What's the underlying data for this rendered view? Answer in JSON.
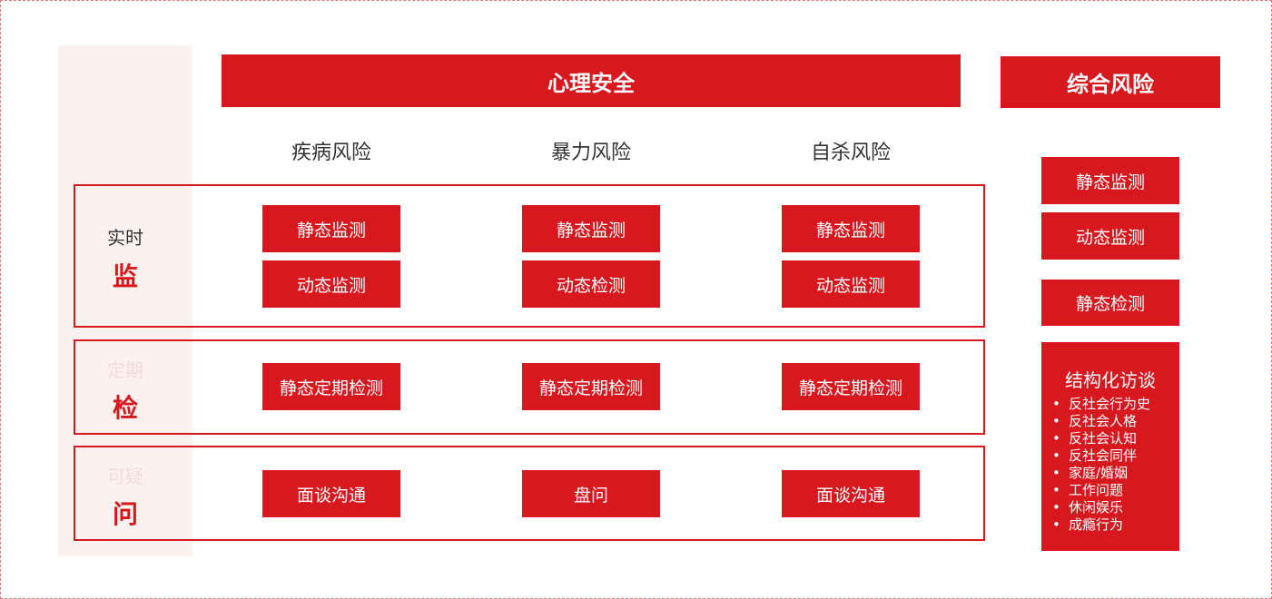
{
  "headers": {
    "psych_safety": "心理安全",
    "comprehensive_risk": "综合风险"
  },
  "columns": [
    "疾病风险",
    "暴力风险",
    "自杀风险"
  ],
  "rows": [
    {
      "sub": "实时",
      "main": "监",
      "cells": [
        [
          "静态监测",
          "动态监测"
        ],
        [
          "静态监测",
          "动态检测"
        ],
        [
          "静态监测",
          "动态监测"
        ]
      ]
    },
    {
      "sub": "定期",
      "main": "检",
      "cells": [
        [
          "静态定期检测"
        ],
        [
          "静态定期检测"
        ],
        [
          "静态定期检测"
        ]
      ]
    },
    {
      "sub": "可疑",
      "main": "问",
      "cells": [
        [
          "面谈沟通"
        ],
        [
          "盘问"
        ],
        [
          "面谈沟通"
        ]
      ]
    }
  ],
  "right": {
    "items": [
      "静态监测",
      "动态监测",
      "静态检测"
    ],
    "interview": {
      "title": "结构化访谈",
      "bullet": "•",
      "items": [
        "反社会行为史",
        "反社会人格",
        "反社会认知",
        "反社会同伴",
        "家庭/婚姻",
        "工作问题",
        "休闲娱乐",
        "成瘾行为"
      ]
    }
  },
  "colors": {
    "accent": "#d8181f",
    "band": "#fbf1ef",
    "subtle": "#f3dcd9"
  }
}
